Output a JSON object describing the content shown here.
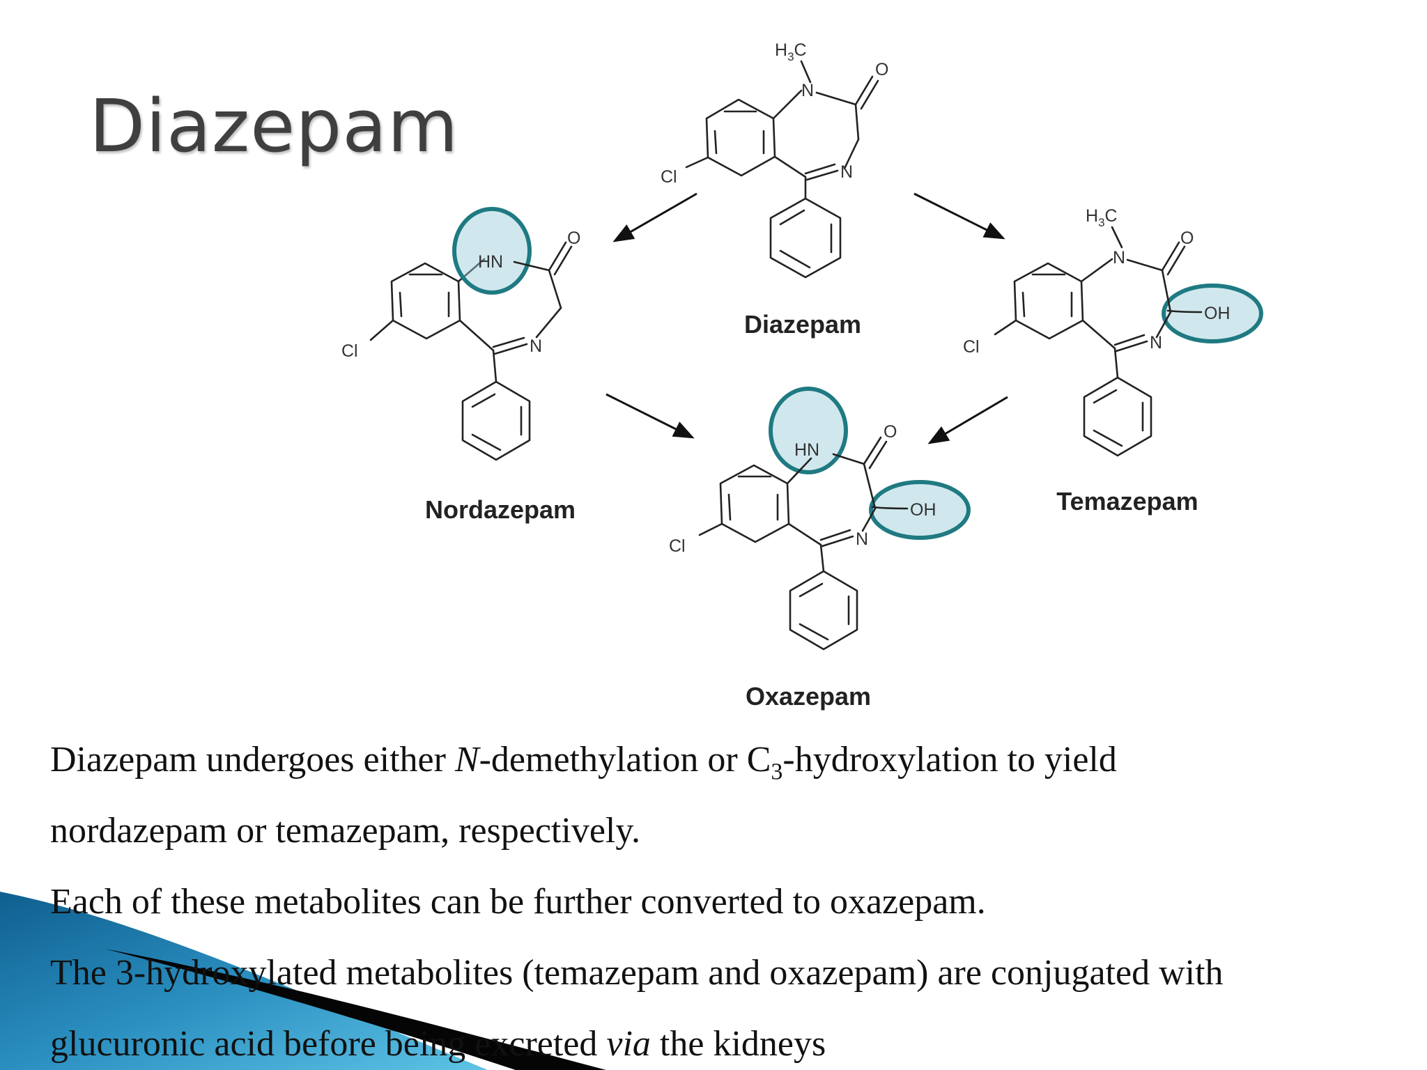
{
  "slide": {
    "title": "Diazepam",
    "compounds": {
      "diazepam": "Diazepam",
      "nordazepam": "Nordazepam",
      "temazepam": "Temazepam",
      "oxazepam": "Oxazepam"
    },
    "atoms": {
      "methyl_h": "H",
      "methyl_sub": "3",
      "methyl_c": "C",
      "n": "N",
      "o": "O",
      "cl": "Cl",
      "hn": "HN",
      "oh": "OH"
    },
    "body": {
      "line1_a": "Diazepam undergoes either ",
      "line1_b": "N",
      "line1_c": "-demethylation or C",
      "line1_sub": "3",
      "line1_d": "-hydroxylation to yield",
      "line2": "nordazepam or temazepam, respectively.",
      "line3": "Each of these metabolites can be further converted to oxazepam.",
      "line4": "The 3-hydroxylated metabolites (temazepam and oxazepam) are conjugated with",
      "line5_a": "glucuronic acid before being excreted ",
      "line5_b": "via",
      "line5_c": " the kidneys"
    },
    "colors": {
      "highlight_stroke": "#1f7a82",
      "highlight_fill": "#cfe8ec",
      "deco_blue": "#2a8fc0"
    }
  }
}
